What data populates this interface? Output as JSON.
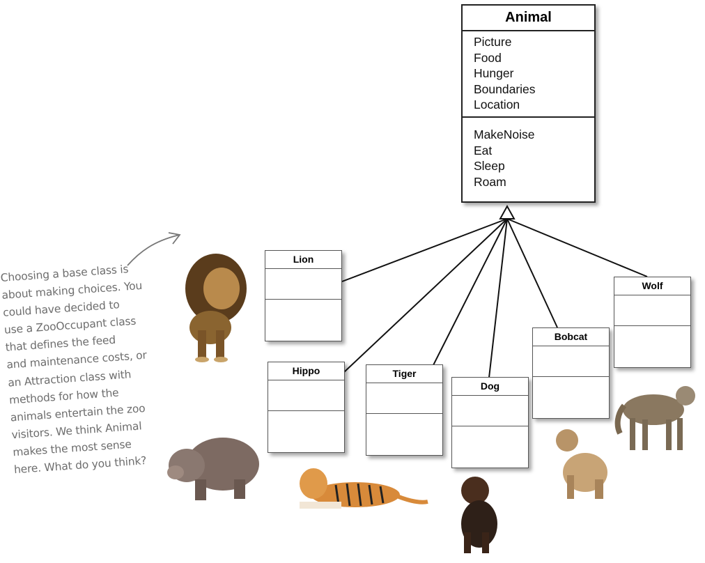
{
  "base_class": {
    "name": "Animal",
    "attributes": [
      "Picture",
      "Food",
      "Hunger",
      "Boundaries",
      "Location"
    ],
    "methods": [
      "MakeNoise",
      "Eat",
      "Sleep",
      "Roam"
    ]
  },
  "subclasses": {
    "lion": "Lion",
    "hippo": "Hippo",
    "tiger": "Tiger",
    "dog": "Dog",
    "bobcat": "Bobcat",
    "wolf": "Wolf"
  },
  "note_lines": [
    "Choosing a base class is",
    "about making choices. You",
    "could have decided to",
    "use a ZooOccupant class",
    "that defines the feed",
    "and maintenance costs, or",
    "an Attraction class with",
    "methods for how the",
    "animals entertain the zoo",
    "visitors. We think Animal",
    "makes the most sense",
    "here. What do you think?"
  ],
  "colors": {
    "note": "#6d6d6d",
    "line": "#111111",
    "box_border": "#555555"
  }
}
